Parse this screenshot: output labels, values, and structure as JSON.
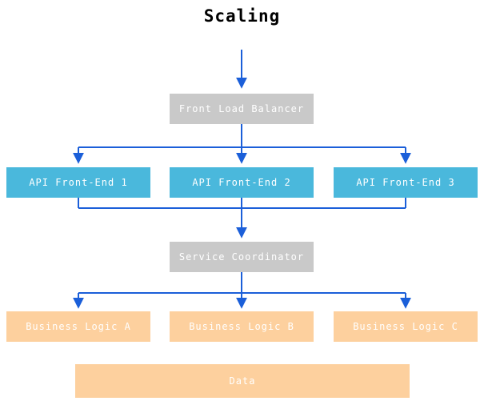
{
  "title": "Scaling",
  "colors": {
    "gray_node": "#c9c9c9",
    "blue_node": "#4ab8dc",
    "orange_node": "#fdd09e",
    "arrow": "#1b5fd9",
    "node_text": "#ffffff",
    "title_text": "#000000"
  },
  "nodes": {
    "front_load_balancer": {
      "label": "Front Load Balancer",
      "color": "gray"
    },
    "api_front_end_1": {
      "label": "API Front-End 1",
      "color": "blue"
    },
    "api_front_end_2": {
      "label": "API Front-End 2",
      "color": "blue"
    },
    "api_front_end_3": {
      "label": "API Front-End 3",
      "color": "blue"
    },
    "service_coordinator": {
      "label": "Service Coordinator",
      "color": "gray"
    },
    "business_logic_a": {
      "label": "Business Logic A",
      "color": "orange"
    },
    "business_logic_b": {
      "label": "Business Logic B",
      "color": "orange"
    },
    "business_logic_c": {
      "label": "Business Logic C",
      "color": "orange"
    },
    "data": {
      "label": "Data",
      "color": "orange"
    }
  },
  "edges": [
    {
      "from": "title",
      "to": "front_load_balancer"
    },
    {
      "from": "front_load_balancer",
      "to": "api_front_end_1"
    },
    {
      "from": "front_load_balancer",
      "to": "api_front_end_2"
    },
    {
      "from": "front_load_balancer",
      "to": "api_front_end_3"
    },
    {
      "from": "api_front_end_1",
      "to": "service_coordinator"
    },
    {
      "from": "api_front_end_2",
      "to": "service_coordinator"
    },
    {
      "from": "api_front_end_3",
      "to": "service_coordinator"
    },
    {
      "from": "service_coordinator",
      "to": "business_logic_a"
    },
    {
      "from": "service_coordinator",
      "to": "business_logic_b"
    },
    {
      "from": "service_coordinator",
      "to": "business_logic_c"
    }
  ]
}
